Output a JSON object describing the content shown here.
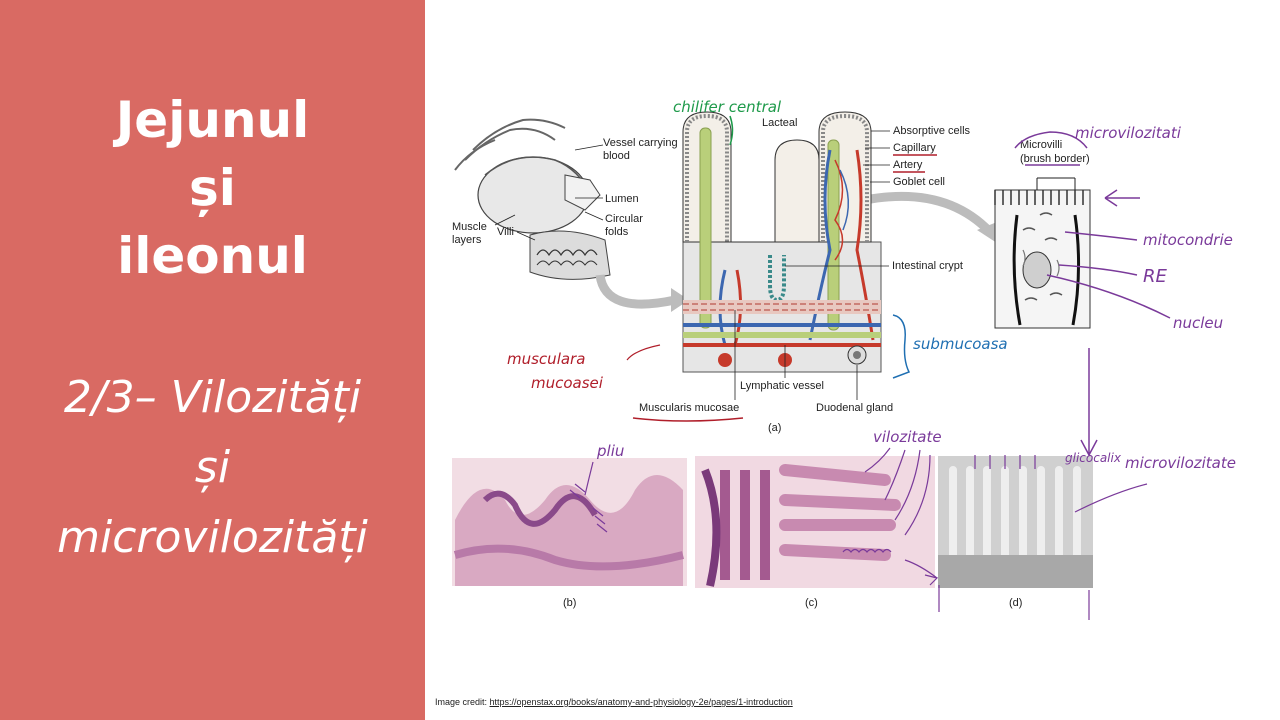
{
  "slide": {
    "title_lines": [
      "Jejunul",
      "și",
      "ileonul"
    ],
    "subtitle_lines": [
      "2/3– Vilozități",
      "și",
      "microvilozități"
    ]
  },
  "diagram": {
    "labels": {
      "vessel_carrying_blood_1": "Vessel carrying",
      "vessel_carrying_blood_2": "blood",
      "lumen": "Lumen",
      "circular_folds_1": "Circular",
      "circular_folds_2": "folds",
      "muscle_layers_1": "Muscle",
      "muscle_layers_2": "layers",
      "villi": "Villi",
      "lacteal": "Lacteal",
      "absorptive_cells": "Absorptive cells",
      "capillary": "Capillary",
      "artery": "Artery",
      "goblet_cell": "Goblet cell",
      "intestinal_crypt": "Intestinal crypt",
      "lymphatic_vessel": "Lymphatic vessel",
      "muscularis_mucosae": "Muscularis mucosae",
      "duodenal_gland": "Duodenal gland",
      "microvilli_1": "Microvilli",
      "microvilli_2": "(brush border)",
      "panel_a": "(a)",
      "panel_b": "(b)",
      "panel_c": "(c)",
      "panel_d": "(d)"
    },
    "handwritten": {
      "chilifer_central": "chilifer central",
      "musculara_1": "musculara",
      "musculara_2": "mucoasei",
      "submucoasa": "submucoasa",
      "microvilozitati_top": "microvilozitati",
      "mitocondrie": "mitocondrie",
      "re": "RE",
      "nucleu": "nucleu",
      "pliu": "pliu",
      "vilozitate": "vilozitate",
      "glicocalix": "glicocalix",
      "microvilozitate": "microvilozitate"
    },
    "colors": {
      "lacteal": "#b9cf7a",
      "capillary_blue": "#3c67b0",
      "artery_red": "#c63a2b",
      "handwriting_purple": "#7a3a9a",
      "handwriting_red": "#b01e2a",
      "handwriting_green": "#1e9a4a",
      "handwriting_blue": "#1f6fb2"
    }
  },
  "credit": {
    "prefix": "Image credit: ",
    "link": "https://openstax.org/books/anatomy-and-physiology-2e/pages/1-introduction"
  }
}
